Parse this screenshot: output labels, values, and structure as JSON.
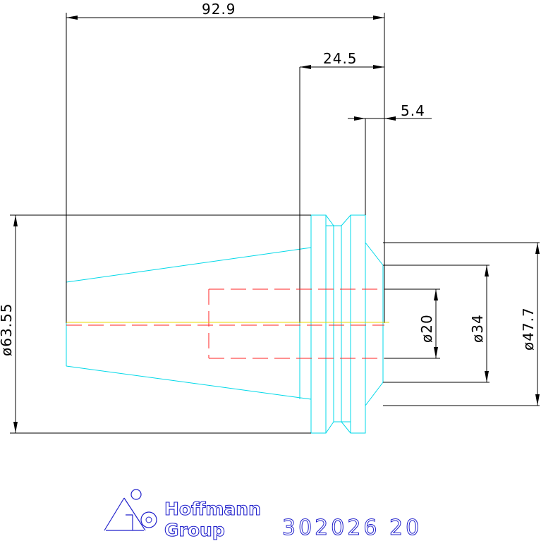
{
  "dimensions": {
    "overall_length": "92.9",
    "flange_length": "24.5",
    "slot_width": "5.4",
    "flange_diameter": "ø63.55",
    "bore_diameter": "ø20",
    "nose_diameter": "ø34",
    "face_diameter": "ø47.7"
  },
  "title_block": {
    "brand_line_1": "Hoffmann",
    "brand_line_2": "Group",
    "part_number": "302026 20"
  }
}
